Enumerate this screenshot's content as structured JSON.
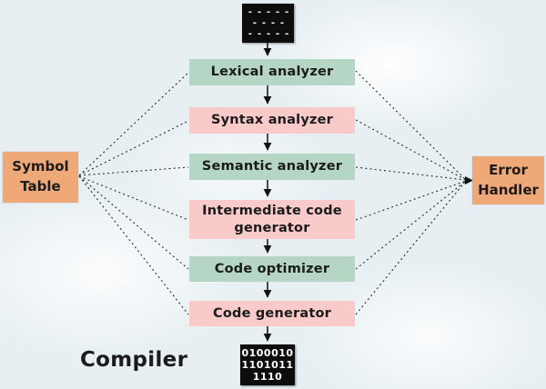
{
  "diagram_title": "Compiler",
  "source_code_box": {
    "lines": [
      "- - - - -",
      "- - - -",
      "- - - - -"
    ]
  },
  "machine_code_box": {
    "lines": [
      "0100010",
      "1101011",
      "1110"
    ]
  },
  "phases": [
    {
      "id": "lexical",
      "label": "Lexical analyzer",
      "color": "#b5d6c4"
    },
    {
      "id": "syntax",
      "label": "Syntax analyzer",
      "color": "#f8caca"
    },
    {
      "id": "semantic",
      "label": "Semantic analyzer",
      "color": "#b5d6c4"
    },
    {
      "id": "intermediate",
      "label": "Intermediate code generator",
      "color": "#f8caca"
    },
    {
      "id": "optimizer",
      "label": "Code optimizer",
      "color": "#b5d6c4"
    },
    {
      "id": "generator",
      "label": "Code generator",
      "color": "#f8caca"
    }
  ],
  "side_boxes": {
    "symbol_table": {
      "label": "Symbol Table",
      "color": "#efa878"
    },
    "error_handler": {
      "label": "Error Handler",
      "color": "#efa878"
    }
  },
  "colors": {
    "green_phase": "#b5d6c4",
    "pink_phase": "#f8caca",
    "orange_side": "#efa878",
    "code_box": "#0d0d0d",
    "text": "#1b1b1b",
    "background": "#e7eff2"
  }
}
